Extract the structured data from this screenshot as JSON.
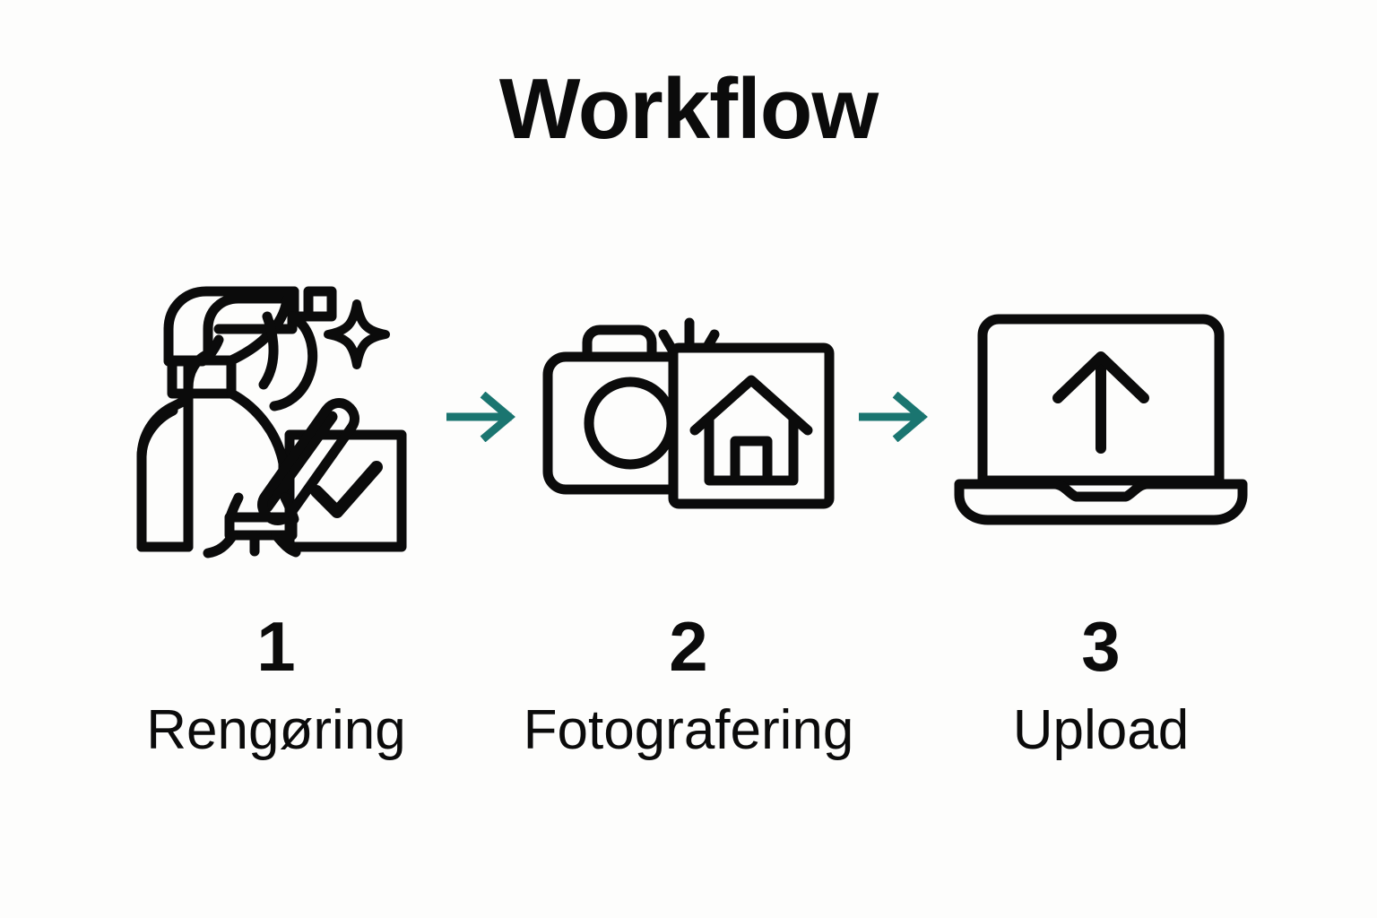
{
  "page": {
    "background_color": "#FDFDFC",
    "ink_color": "#0B0B0B",
    "accent_color": "#1A7570"
  },
  "header": {
    "title": "Workflow"
  },
  "flow": {
    "steps": [
      {
        "number": "1",
        "label": "Rengøring",
        "icon": "spray-bottle-mop-check-icon"
      },
      {
        "number": "2",
        "label": "Fotografering",
        "icon": "camera-house-photo-icon"
      },
      {
        "number": "3",
        "label": "Upload",
        "icon": "laptop-upload-arrow-icon"
      }
    ],
    "connectors": [
      {
        "icon": "arrow-right-icon",
        "color": "#1A7570"
      },
      {
        "icon": "arrow-right-icon",
        "color": "#1A7570"
      }
    ]
  }
}
